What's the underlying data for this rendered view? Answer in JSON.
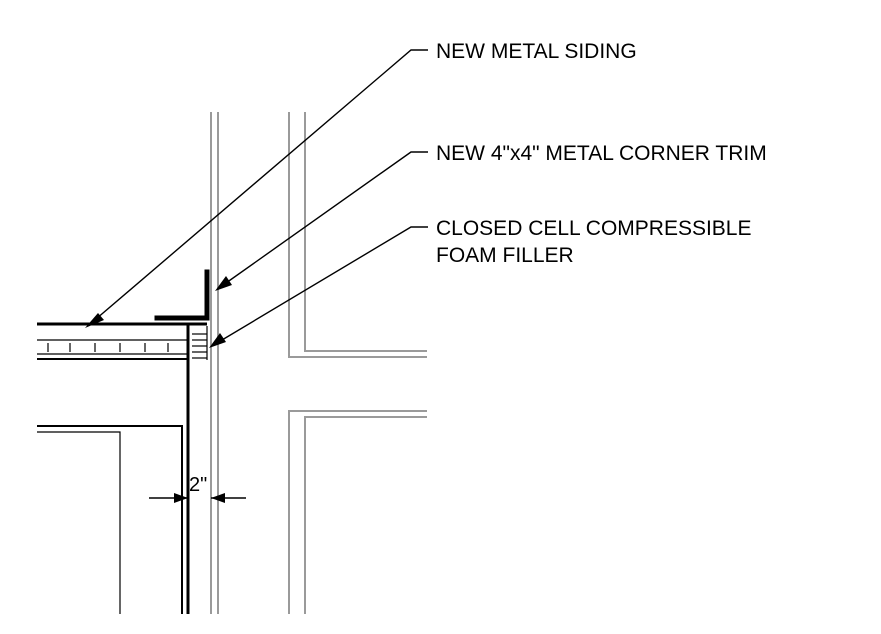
{
  "notes": {
    "siding": "NEW METAL SIDING",
    "corner_trim": "NEW 4\"x4\" METAL CORNER TRIM",
    "foam_line1": "CLOSED CELL COMPRESSIBLE",
    "foam_line2": "FOAM FILLER"
  },
  "dimension": {
    "gap": "2\""
  },
  "colors": {
    "linework": "#000000",
    "existing_wall": "#9a9a9a",
    "background": "#ffffff"
  }
}
